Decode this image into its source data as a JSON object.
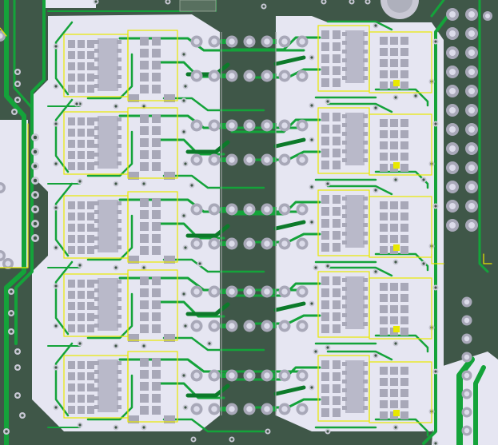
{
  "view": {
    "name": "pcb-layout-view",
    "description_text": ""
  },
  "colors": {
    "board": "#3f5748",
    "copper_fill": "#e6e6f2",
    "trace": "#14a33a",
    "trace_dark": "#0c7a2a",
    "silkscreen": "#e8e800",
    "pad": "#a8a8b8",
    "pad_inner": "#dcdcea",
    "via": "#c8c8d4",
    "hole": "#3f5748",
    "outline": "#9aa0a0"
  },
  "layout_counts": {
    "left_blocks": 5,
    "right_blocks": 5,
    "header_rows": 10
  }
}
